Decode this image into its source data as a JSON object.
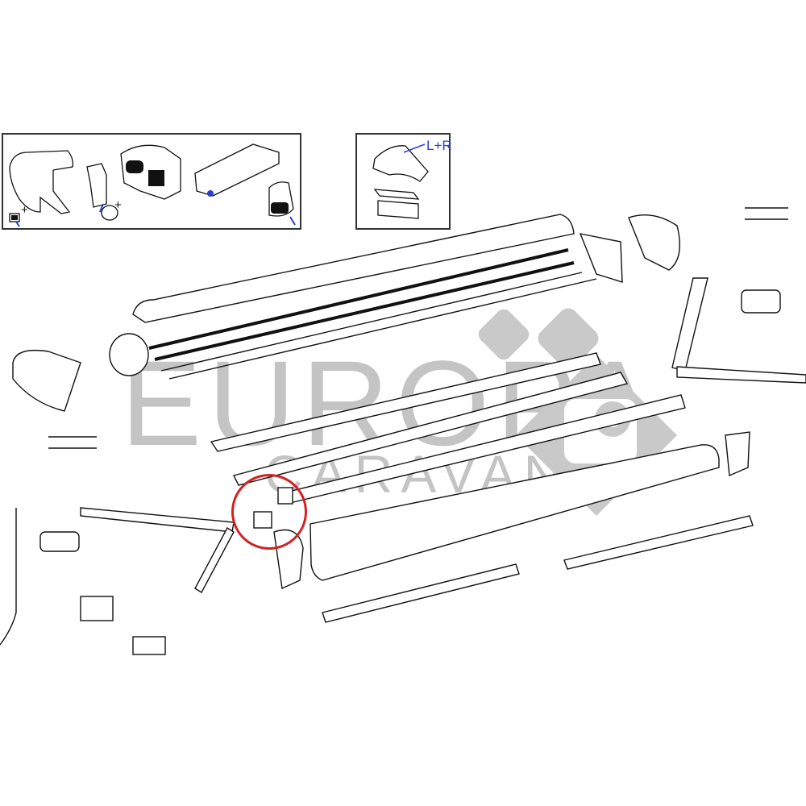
{
  "diagram": {
    "type": "exploded-parts-diagram",
    "subject": "Caravan awning assembly",
    "colors": {
      "line": "#111111",
      "callout_marker": "#2a3fd0",
      "highlight_circle": "#d42020",
      "watermark": "#c4c4c4",
      "background": "#ffffff"
    },
    "inset_boxes": [
      {
        "id": "motor-kit",
        "parts": [
          "end-cap-cover",
          "small-clip",
          "bracket-plate",
          "plug",
          "motor-drive",
          "control-unit",
          "threaded-connector"
        ],
        "plus_marks": [
          "+",
          "+"
        ]
      },
      {
        "id": "end-cap-kit",
        "label": "L+R",
        "parts": [
          "end-cap",
          "seal-strip",
          "foam-block"
        ]
      }
    ],
    "parts": [
      "top-cover-profile",
      "canvas-roller-tube",
      "lead-bar",
      "front-profile",
      "left-end-cap",
      "right-end-cap",
      "left-gear-housing",
      "right-gear-housing",
      "left-arm",
      "right-arm",
      "support-leg-left",
      "support-leg-right",
      "mounting-brackets",
      "crank-rod",
      "lead-rail-connector",
      "tension-spring-bars"
    ],
    "highlight": {
      "description": "Highlighted clip bracket parts",
      "shape": "circle"
    },
    "watermark": {
      "line1": "EUROPA",
      "line2": "CARAVANS"
    }
  }
}
